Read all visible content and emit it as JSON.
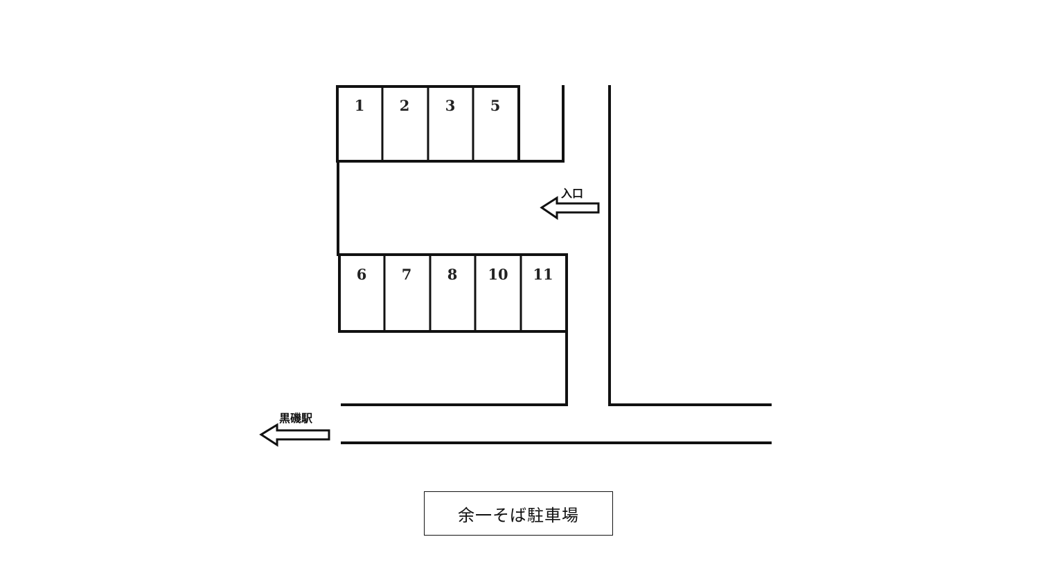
{
  "map": {
    "title": "余一そば駐車場",
    "top_row_spaces": [
      {
        "label": "1"
      },
      {
        "label": "2"
      },
      {
        "label": "3"
      },
      {
        "label": "5"
      }
    ],
    "bottom_row_spaces": [
      {
        "label": "6"
      },
      {
        "label": "7"
      },
      {
        "label": "8"
      },
      {
        "label": "10"
      },
      {
        "label": "11"
      }
    ],
    "entrance_label": "入口",
    "station_label": "黒磯駅",
    "icons": {
      "entrance_arrow": "arrow-left-icon",
      "station_arrow": "arrow-left-icon"
    },
    "colors": {
      "line": "#111111",
      "background": "#ffffff"
    }
  }
}
